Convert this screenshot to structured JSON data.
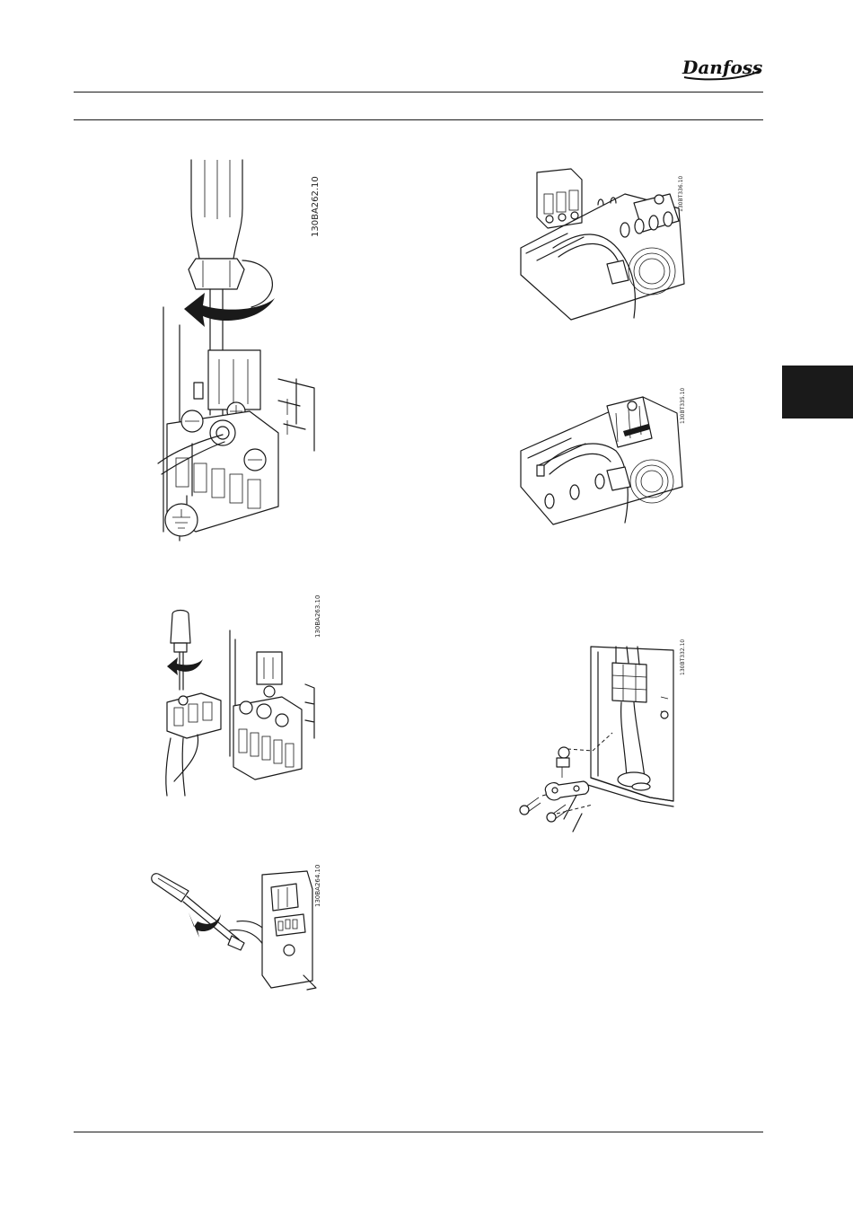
{
  "header": {
    "brand": "Danfoss"
  },
  "figures": [
    {
      "code": "130BA262.10"
    },
    {
      "code": "130BA263.10"
    },
    {
      "code": "130BA264.10"
    },
    {
      "code": "130BT336.10"
    },
    {
      "code": "130BT335.10"
    },
    {
      "code": "130BT332.10"
    }
  ],
  "colors": {
    "ink": "#1a1a1a",
    "paper": "#ffffff",
    "section_tab": "#1a1a1a"
  }
}
